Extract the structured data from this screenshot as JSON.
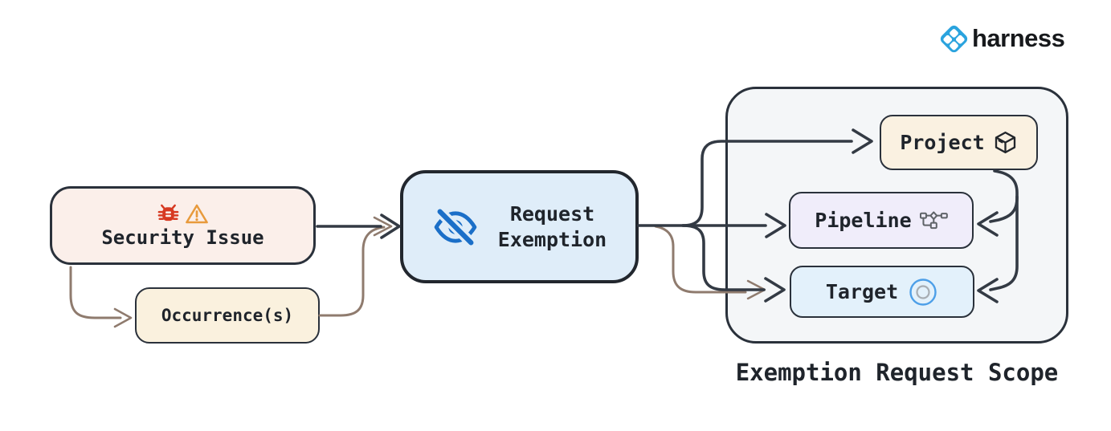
{
  "logo": {
    "brand": "harness",
    "icon": "harness-diamond-icon",
    "brand_color": "#2AA3DE",
    "text_color": "#17191C"
  },
  "nodes": {
    "security_issue": {
      "label": "Security Issue",
      "icons": [
        "bug-icon",
        "warning-icon"
      ],
      "fill": "#FBEFEA",
      "bug_color": "#D73A22",
      "warning_color": "#E89A3C"
    },
    "occurrences": {
      "label": "Occurrence(s)",
      "fill": "#FAF1DE"
    },
    "request_exemption": {
      "label": "Request\nExemption",
      "icon": "eye-slash-icon",
      "fill": "#DFEDF9",
      "icon_color": "#1B6FC8"
    },
    "project": {
      "label": "Project",
      "icon": "package-icon",
      "fill": "#FAF1E1"
    },
    "pipeline": {
      "label": "Pipeline",
      "icon": "pipeline-icon",
      "fill": "#F0EDFA",
      "icon_color": "#5F6368"
    },
    "target": {
      "label": "Target",
      "icon": "target-icon",
      "fill": "#E3F1FB",
      "icon_color": "#4D9FE8"
    }
  },
  "scope": {
    "caption": "Exemption Request Scope",
    "fill": "#F4F6F8"
  },
  "connections": {
    "primary_color": "#333A44",
    "secondary_color": "#8F7B6E",
    "edges": [
      "security-issue -> request-exemption",
      "security-issue -> occurrences",
      "occurrences -> request-exemption",
      "request-exemption -> project",
      "request-exemption -> pipeline",
      "request-exemption -> target",
      "project -> pipeline",
      "project -> target"
    ]
  }
}
